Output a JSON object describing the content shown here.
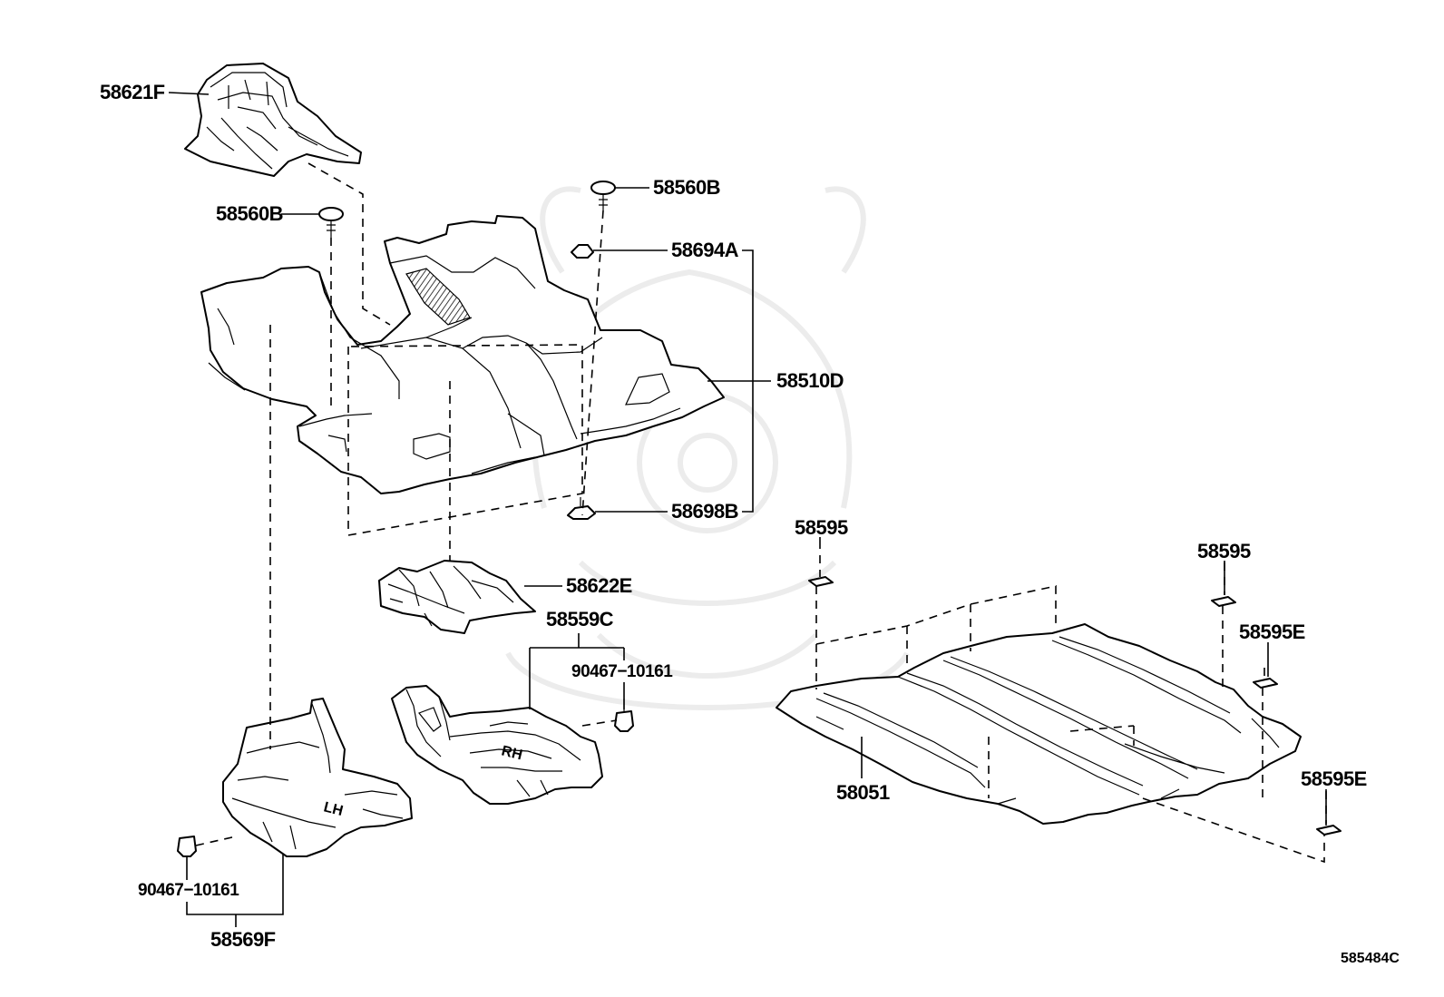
{
  "diagram": {
    "labels": {
      "p58621F": "58621F",
      "p58560B_left": "58560B",
      "p58560B_right": "58560B",
      "p58694A": "58694A",
      "p58510D": "58510D",
      "p58698B": "58698B",
      "p58622E": "58622E",
      "p58559C": "58559C",
      "p90467_mid": "90467−10161",
      "p90467_left": "90467−10161",
      "p58569F": "58569F",
      "p58051": "58051",
      "p58595_a": "58595",
      "p58595_b": "58595",
      "p58595E_a": "58595E",
      "p58595E_b": "58595E",
      "diagram_code": "585484C"
    },
    "stamps": {
      "lh": "LH",
      "rh": "RH"
    }
  }
}
